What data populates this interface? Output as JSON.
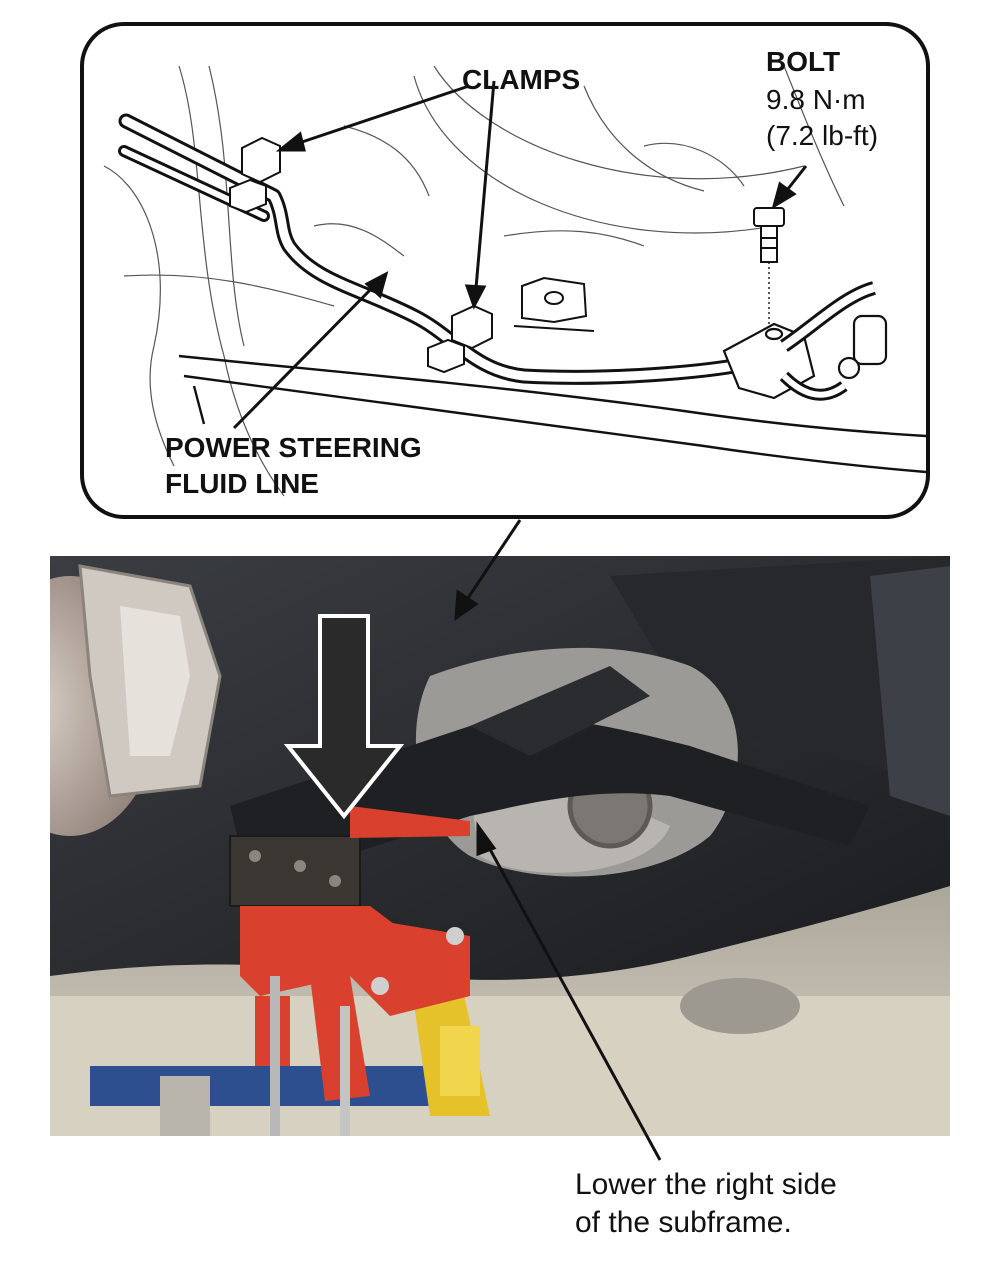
{
  "inset": {
    "clamps_label": "CLAMPS",
    "bolt_label": "BOLT",
    "bolt_torque_nm": "9.8 N·m",
    "bolt_torque_lbft": "(7.2 lb-ft)",
    "line_label_1": "POWER STEERING",
    "line_label_2": "FLUID LINE"
  },
  "photo": {
    "caption_line_1": "Lower the right side",
    "caption_line_2": "of the subframe."
  },
  "colors": {
    "line_art": "#111111",
    "jack_red": "#d9412e",
    "lift_yellow": "#e5c12a",
    "lift_blue": "#2d4f8f",
    "arrow_fill": "#2a2a2a"
  }
}
